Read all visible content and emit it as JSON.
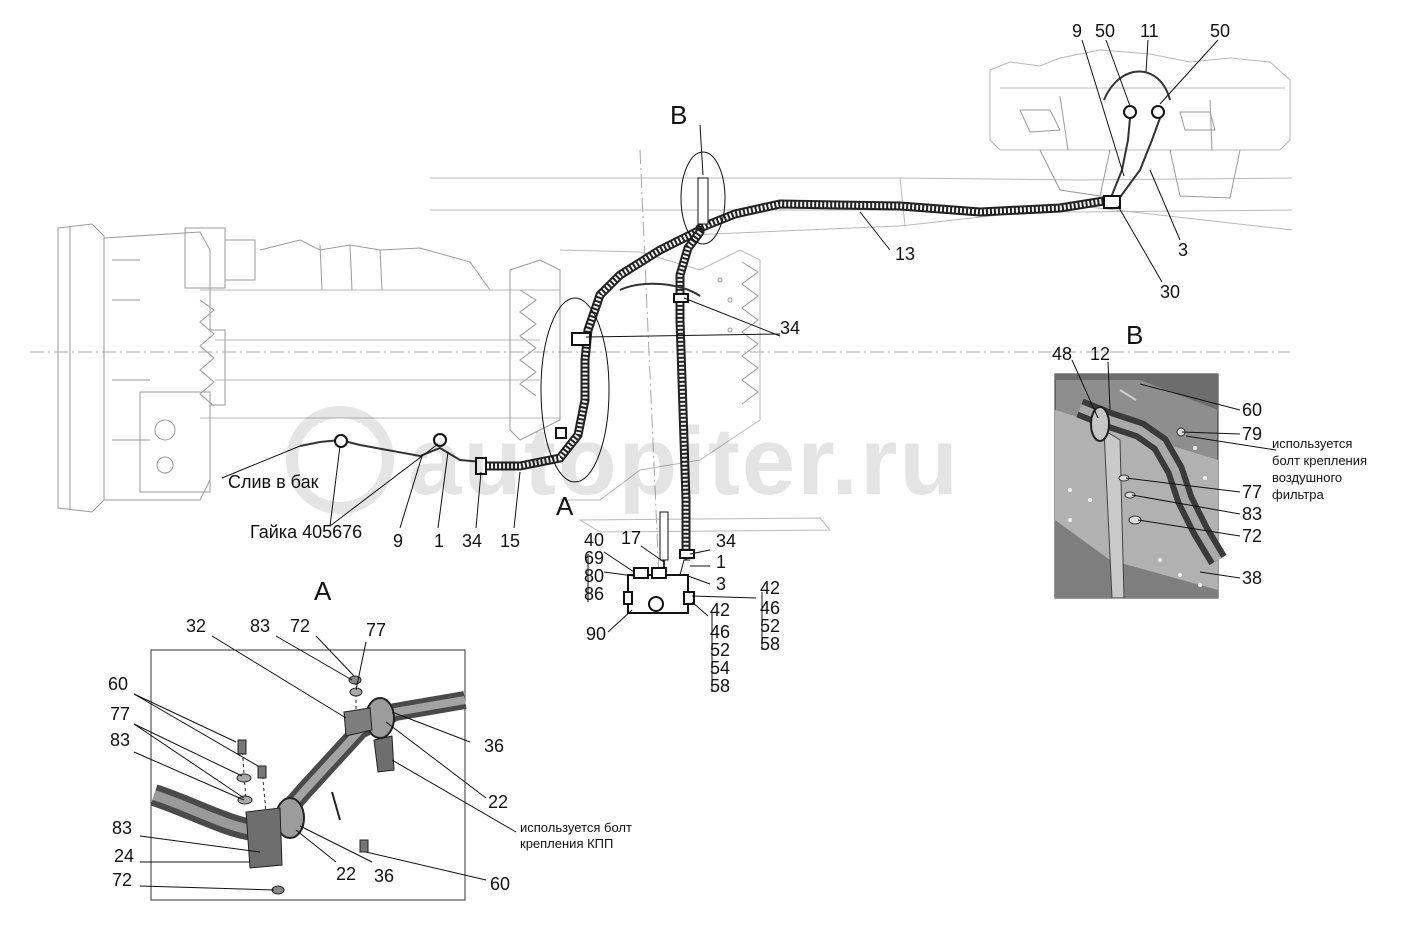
{
  "watermark": "autopiter.ru",
  "views": {
    "A": "А",
    "B": "В"
  },
  "main": {
    "view_a_marker": "А",
    "view_b_marker": "В",
    "drain_label": "Слив в бак",
    "nut_label": "Гайка 405676",
    "labels": {
      "p9_top": "9",
      "p50_left": "50",
      "p11": "11",
      "p50_right": "50",
      "p13": "13",
      "p3_top": "3",
      "p30": "30",
      "p34_top": "34",
      "p9_bottom": "9",
      "p1_bottom": "1",
      "p34_bottom": "34",
      "p15": "15",
      "p17": "17",
      "p34_valve": "34",
      "p1_valve": "1",
      "p3_valve": "3",
      "p90": "90"
    },
    "stack_left": [
      "40",
      "69",
      "80",
      "86"
    ],
    "stack_mid": [
      "42",
      "46",
      "52",
      "54",
      "58"
    ],
    "stack_right": [
      "42",
      "46",
      "52",
      "58"
    ]
  },
  "detail_a": {
    "title": "А",
    "labels": {
      "p32": "32",
      "p83_top": "83",
      "p72_top": "72",
      "p77_top": "77",
      "p60_left": "60",
      "p77_left": "77",
      "p83_left": "83",
      "p36_right": "36",
      "p22_right": "22",
      "p83_bottom": "83",
      "p24": "24",
      "p72_bottom": "72",
      "p22_bottom": "22",
      "p36_bottom": "36",
      "p60_bottom": "60"
    },
    "note_line1": "используется болт",
    "note_line2": "крепления КПП"
  },
  "detail_b": {
    "title": "В",
    "labels": {
      "p48": "48",
      "p12": "12",
      "p60": "60",
      "p79": "79",
      "p77": "77",
      "p83": "83",
      "p72": "72",
      "p38": "38"
    },
    "note_lines": [
      "используется",
      "болт крепления",
      "воздушного",
      "фильтра"
    ]
  }
}
